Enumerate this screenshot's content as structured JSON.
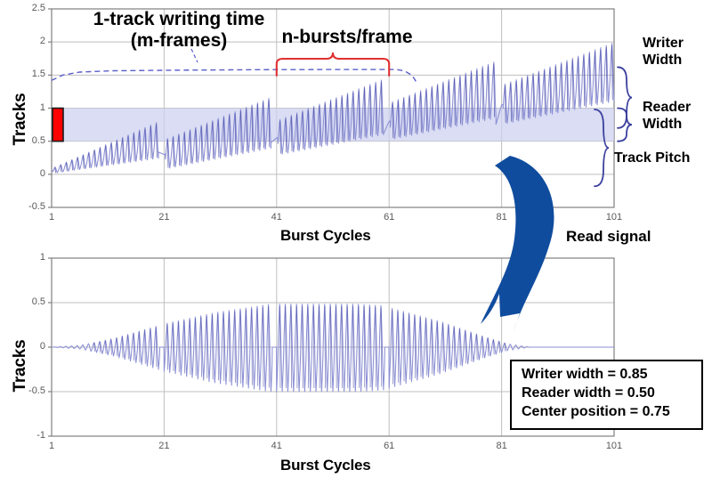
{
  "figure": {
    "background": "#ffffff",
    "wave_color": "#8b8fd4",
    "wave_color_dark": "#3b3f9e",
    "band_color": "#ccd0ef",
    "red_color": "#ff0000",
    "red_brace_color": "#e03030",
    "arrow_color": "#0f4c9e",
    "grid_color": "#bfbfbf",
    "axis_color": "#808080",
    "tick_text_color": "#595959"
  },
  "top_chart": {
    "ylabel": "Tracks",
    "xlabel": "Burst Cycles",
    "ylim": [
      -0.5,
      2.5
    ],
    "xlim": [
      1,
      101
    ],
    "yticks": [
      "2.5",
      "2",
      "1.5",
      "1",
      "0.5",
      "0",
      "-0.5"
    ],
    "ytick_values": [
      2.5,
      2,
      1.5,
      1,
      0.5,
      0,
      -0.5
    ],
    "xticks": [
      "1",
      "21",
      "41",
      "61",
      "81",
      "101"
    ],
    "xtick_values": [
      1,
      21,
      41,
      61,
      81,
      101
    ],
    "grid": true,
    "annotations": [
      {
        "name": "writing-time-label",
        "line1": "1-track writing time",
        "line2": "(m-frames)"
      },
      {
        "name": "n-bursts-label",
        "line1": "n-bursts/frame"
      }
    ],
    "brackets": [
      {
        "name": "writer-width",
        "line1": "Writer",
        "line2": "Width"
      },
      {
        "name": "reader-width",
        "line1": "Reader",
        "line2": "Width"
      },
      {
        "name": "track-pitch",
        "line1": "Track Pitch",
        "line2": ""
      }
    ],
    "reader_band": {
      "low": 0.5,
      "high": 1.0
    },
    "red_marker": {
      "low": 0.5,
      "high": 1.0,
      "x": 1
    },
    "red_brace_span": [
      41,
      61
    ],
    "dashed_envelope_level": 1.58
  },
  "bottom_chart": {
    "ylabel": "Tracks",
    "xlabel": "Burst Cycles",
    "ylim": [
      -1,
      1
    ],
    "xlim": [
      1,
      101
    ],
    "yticks": [
      "1",
      "0.5",
      "0",
      "-0.5",
      "-1"
    ],
    "ytick_values": [
      1,
      0.5,
      0,
      -0.5,
      -1
    ],
    "xticks": [
      "1",
      "21",
      "41",
      "61",
      "81",
      "101"
    ],
    "xtick_values": [
      1,
      21,
      41,
      61,
      81,
      101
    ],
    "grid": true
  },
  "arrow": {
    "label": "Read signal"
  },
  "info_box": {
    "line1": "Writer width  = 0.85",
    "line2": "Reader width = 0.50",
    "line3": "Center position = 0.75"
  },
  "chart_data": {
    "type": "line",
    "title": "",
    "charts": [
      {
        "name": "write-signal",
        "type": "line",
        "xlabel": "Burst Cycles",
        "ylabel": "Tracks",
        "xlim": [
          1,
          101
        ],
        "ylim": [
          -0.5,
          2.5
        ],
        "grid": true,
        "description": "Oscillating write head position vs burst cycle; 5 frame segments each ramping upward by one track pitch, with an oscillation amplitude that grows within each frame.",
        "segments": [
          {
            "frame": 1,
            "x_start": 1,
            "x_end": 20,
            "mean_start": 0.05,
            "mean_end": 0.52,
            "amp_start": 0.06,
            "amp_end": 0.45
          },
          {
            "frame": 2,
            "x_start": 21,
            "x_end": 40,
            "mean_start": 0.3,
            "mean_end": 0.78,
            "amp_start": 0.36,
            "amp_end": 0.62
          },
          {
            "frame": 3,
            "x_start": 41,
            "x_end": 60,
            "mean_start": 0.55,
            "mean_end": 1.02,
            "amp_start": 0.42,
            "amp_end": 0.68
          },
          {
            "frame": 4,
            "x_start": 61,
            "x_end": 80,
            "mean_start": 0.8,
            "mean_end": 1.28,
            "amp_start": 0.45,
            "amp_end": 0.7
          },
          {
            "frame": 5,
            "x_start": 81,
            "x_end": 101,
            "mean_start": 1.05,
            "mean_end": 1.55,
            "amp_start": 0.48,
            "amp_end": 0.72
          }
        ],
        "reader_band": [
          0.5,
          1.0
        ],
        "dashed_envelope": 1.58,
        "annotations": [
          "1-track writing time (m-frames)",
          "n-bursts/frame",
          "Writer Width",
          "Reader Width",
          "Track Pitch"
        ]
      },
      {
        "name": "read-signal",
        "type": "line",
        "xlabel": "Burst Cycles",
        "ylabel": "Tracks",
        "xlim": [
          1,
          101
        ],
        "ylim": [
          -1,
          1
        ],
        "grid": true,
        "description": "Read-back signal amplitude vs burst cycle; diamond/lens shaped envelope peaking near cycle 41-60 at +/-0.5 and decaying to zero near cycles 1 and 81.",
        "envelope_points": [
          {
            "x": 1,
            "amp": 0.0
          },
          {
            "x": 6,
            "amp": 0.02
          },
          {
            "x": 12,
            "amp": 0.1
          },
          {
            "x": 20,
            "amp": 0.25
          },
          {
            "x": 21,
            "amp": 0.27
          },
          {
            "x": 30,
            "amp": 0.4
          },
          {
            "x": 40,
            "amp": 0.5
          },
          {
            "x": 41,
            "amp": 0.5
          },
          {
            "x": 55,
            "amp": 0.5
          },
          {
            "x": 60,
            "amp": 0.48
          },
          {
            "x": 61,
            "amp": 0.46
          },
          {
            "x": 70,
            "amp": 0.3
          },
          {
            "x": 78,
            "amp": 0.12
          },
          {
            "x": 82,
            "amp": 0.04
          },
          {
            "x": 86,
            "amp": 0.0
          },
          {
            "x": 101,
            "amp": 0.0
          }
        ],
        "gaps": [
          [
            20.2,
            21.0
          ],
          [
            40.2,
            41.0
          ],
          [
            60.2,
            61.0
          ]
        ]
      }
    ],
    "parameters": {
      "writer_width": 0.85,
      "reader_width": 0.5,
      "center_position": 0.75
    }
  }
}
